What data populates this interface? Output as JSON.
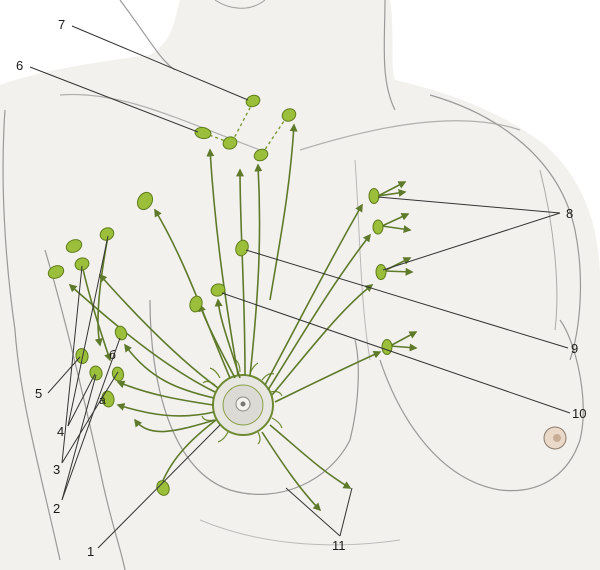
{
  "figure": {
    "labels": {
      "l1": "1",
      "l2": "2",
      "l3": "3",
      "l4": "4",
      "l5": "5",
      "l6": "6",
      "l7": "7",
      "l8": "8",
      "l9": "9",
      "l10": "10",
      "l11": "11",
      "la": "a",
      "lb": "б"
    }
  },
  "colors": {
    "node": "#9bbf3a",
    "node_stroke": "#5f7d1c",
    "vessel": "#5e7a2a",
    "leader": "#333333",
    "skin": "#f3f1ee",
    "outline": "#8a8a8a"
  }
}
